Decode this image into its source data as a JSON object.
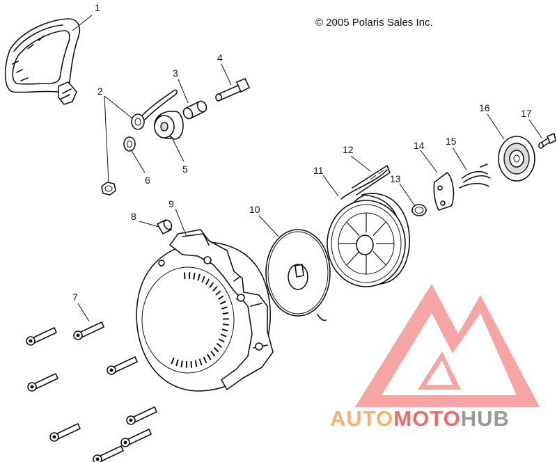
{
  "copyright": "© 2005 Polaris Sales Inc.",
  "brand": {
    "part1": "AUTO",
    "part2": "MOTO",
    "part3": "HUB",
    "color_orange": "#f5b270",
    "color_red": "#f06a6a",
    "color_gray": "#9a9a9a"
  },
  "callouts": [
    "1",
    "2",
    "3",
    "4",
    "5",
    "6",
    "7",
    "8",
    "9",
    "10",
    "11",
    "12",
    "13",
    "14",
    "15",
    "16",
    "17"
  ]
}
